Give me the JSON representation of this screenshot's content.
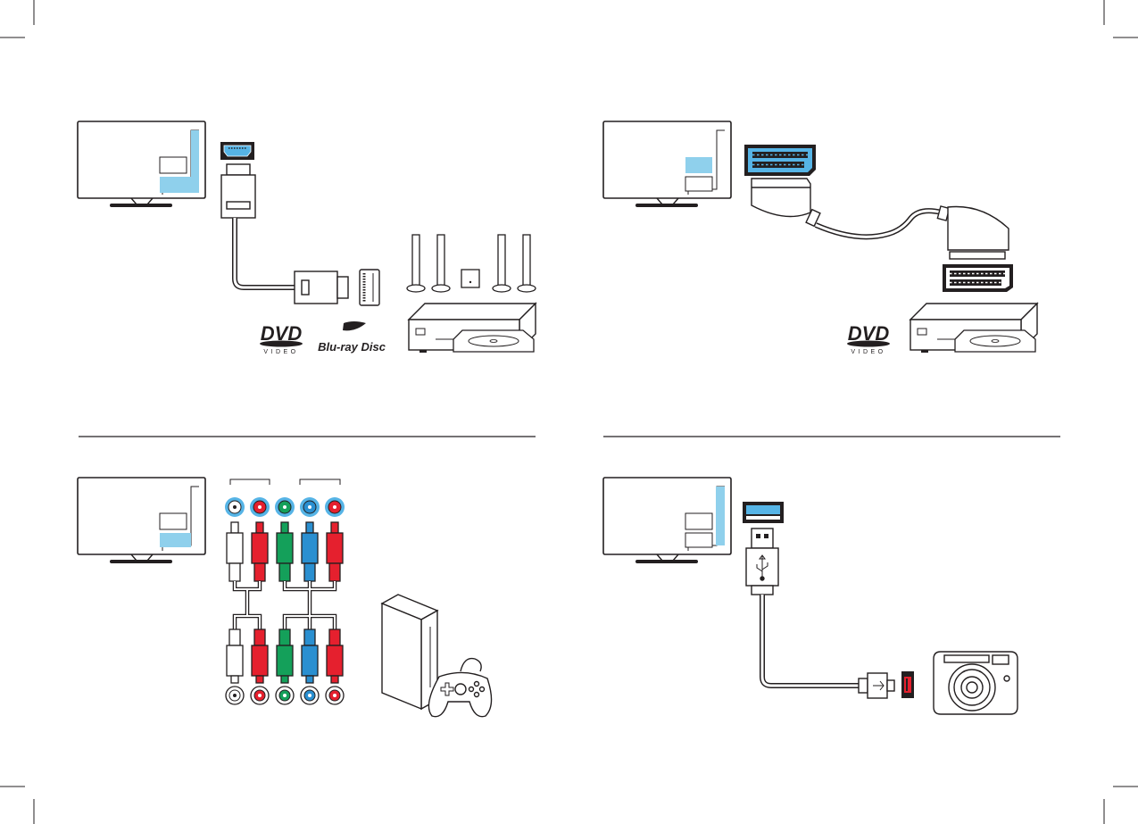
{
  "colors": {
    "line": "#231f20",
    "screen_blue": "#8fd0ec",
    "connector_blue": "#56b4e6",
    "rca_white": "#ffffff",
    "rca_red": "#e5202e",
    "rca_green": "#14a05a",
    "rca_blue": "#2a8fd0"
  },
  "panels": {
    "hdmi": {
      "dvd_logo_main": "DVD",
      "dvd_logo_sub": "VIDEO",
      "bluray_logo": "Blu-ray Disc",
      "icons": [
        "tv-icon",
        "hdmi-port-icon",
        "hdmi-cable-icon",
        "speaker-icon",
        "subwoofer-icon",
        "disc-player-icon"
      ]
    },
    "scart": {
      "dvd_logo_main": "DVD",
      "dvd_logo_sub": "VIDEO",
      "icons": [
        "tv-icon",
        "scart-port-icon",
        "scart-cable-icon",
        "disc-player-icon"
      ]
    },
    "component": {
      "icons": [
        "tv-icon",
        "rca-jack-icon",
        "rca-plug-icon",
        "game-console-icon",
        "gamepad-icon"
      ]
    },
    "usb": {
      "icons": [
        "tv-icon",
        "usb-port-icon",
        "usb-cable-icon",
        "mini-usb-port-icon",
        "camera-icon"
      ]
    }
  }
}
